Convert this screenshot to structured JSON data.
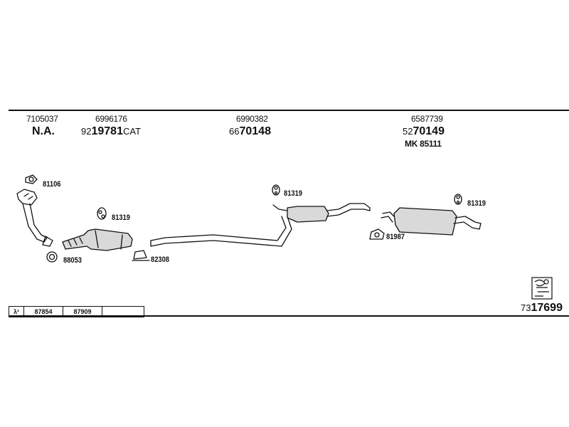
{
  "header": {
    "part1_number": "7105037",
    "part1_code": "N.A.",
    "part2_number": "6996176",
    "part2_prefix": "92",
    "part2_code": "19781",
    "part2_suffix": "CAT",
    "part3_number": "6990382",
    "part3_prefix": "66",
    "part3_code": "70148",
    "part4_number": "6587739",
    "part4_prefix": "52",
    "part4_code": "70149",
    "part4_mk": "MK 85111"
  },
  "callouts": {
    "gasket_top": "81106",
    "hanger_left": "81319",
    "ring_left": "88053",
    "clamp_mid": "82308",
    "hanger_mid": "81319",
    "clamp_right": "81987",
    "hanger_right": "81319"
  },
  "footer": {
    "lambda_symbol": "λ¹",
    "code_a": "87854",
    "code_b": "87909",
    "code_c": "",
    "kit_prefix": "73",
    "kit_code": "17699"
  },
  "colors": {
    "line": "#111111",
    "pipe_fill": "#ffffff",
    "muffler_fill": "#d9d9d9"
  }
}
